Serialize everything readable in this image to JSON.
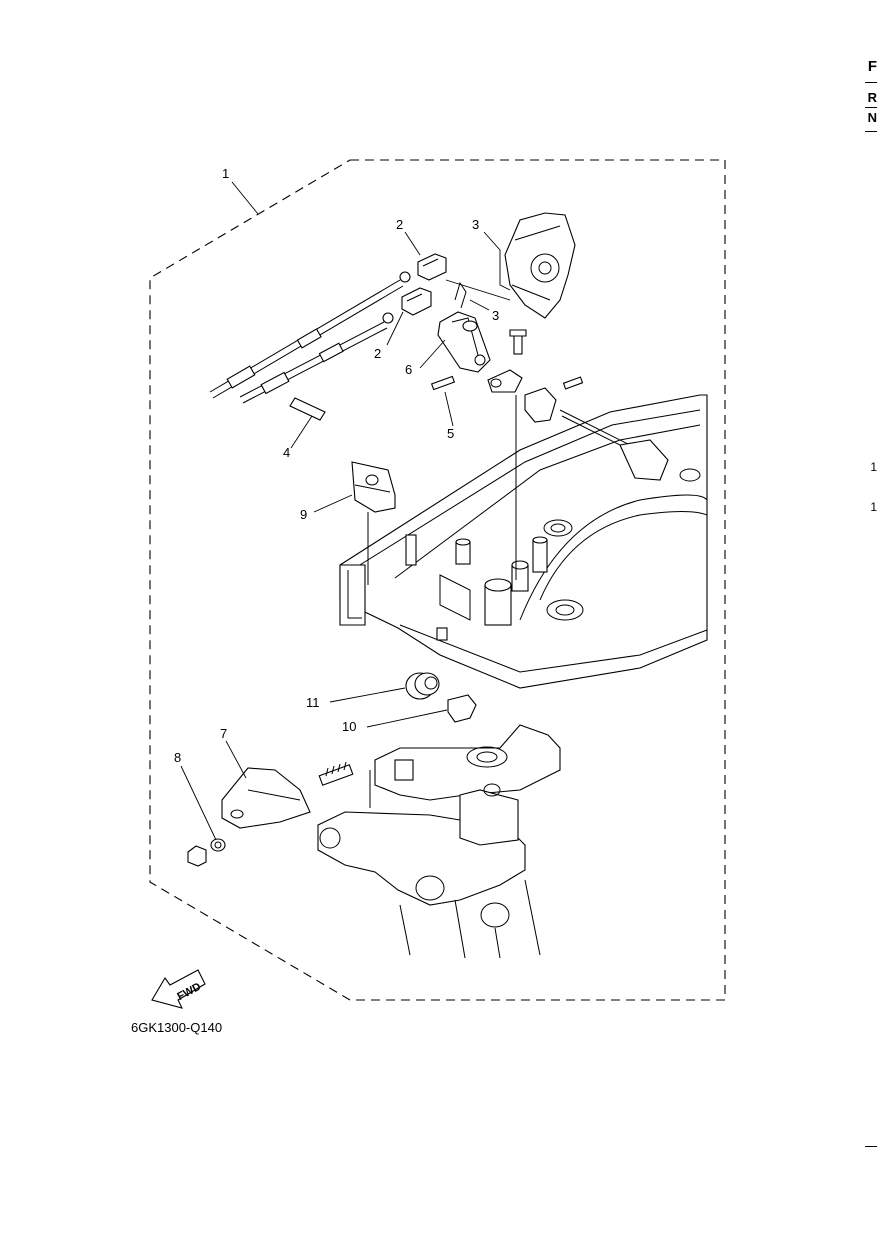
{
  "diagram_code": "6GK1300-Q140",
  "fwd_label": "FWD",
  "callouts": [
    {
      "id": "c1",
      "text": "1"
    },
    {
      "id": "c2a",
      "text": "2"
    },
    {
      "id": "c2b",
      "text": "2"
    },
    {
      "id": "c3a",
      "text": "3"
    },
    {
      "id": "c3b",
      "text": "3"
    },
    {
      "id": "c4",
      "text": "4"
    },
    {
      "id": "c5",
      "text": "5"
    },
    {
      "id": "c6",
      "text": "6"
    },
    {
      "id": "c7",
      "text": "7"
    },
    {
      "id": "c8",
      "text": "8"
    },
    {
      "id": "c9",
      "text": "9"
    },
    {
      "id": "c10",
      "text": "10"
    },
    {
      "id": "c11",
      "text": "11"
    }
  ],
  "right_edge": {
    "header_letters": [
      "F",
      "R",
      "N"
    ],
    "digits": [
      "1",
      "1"
    ]
  }
}
